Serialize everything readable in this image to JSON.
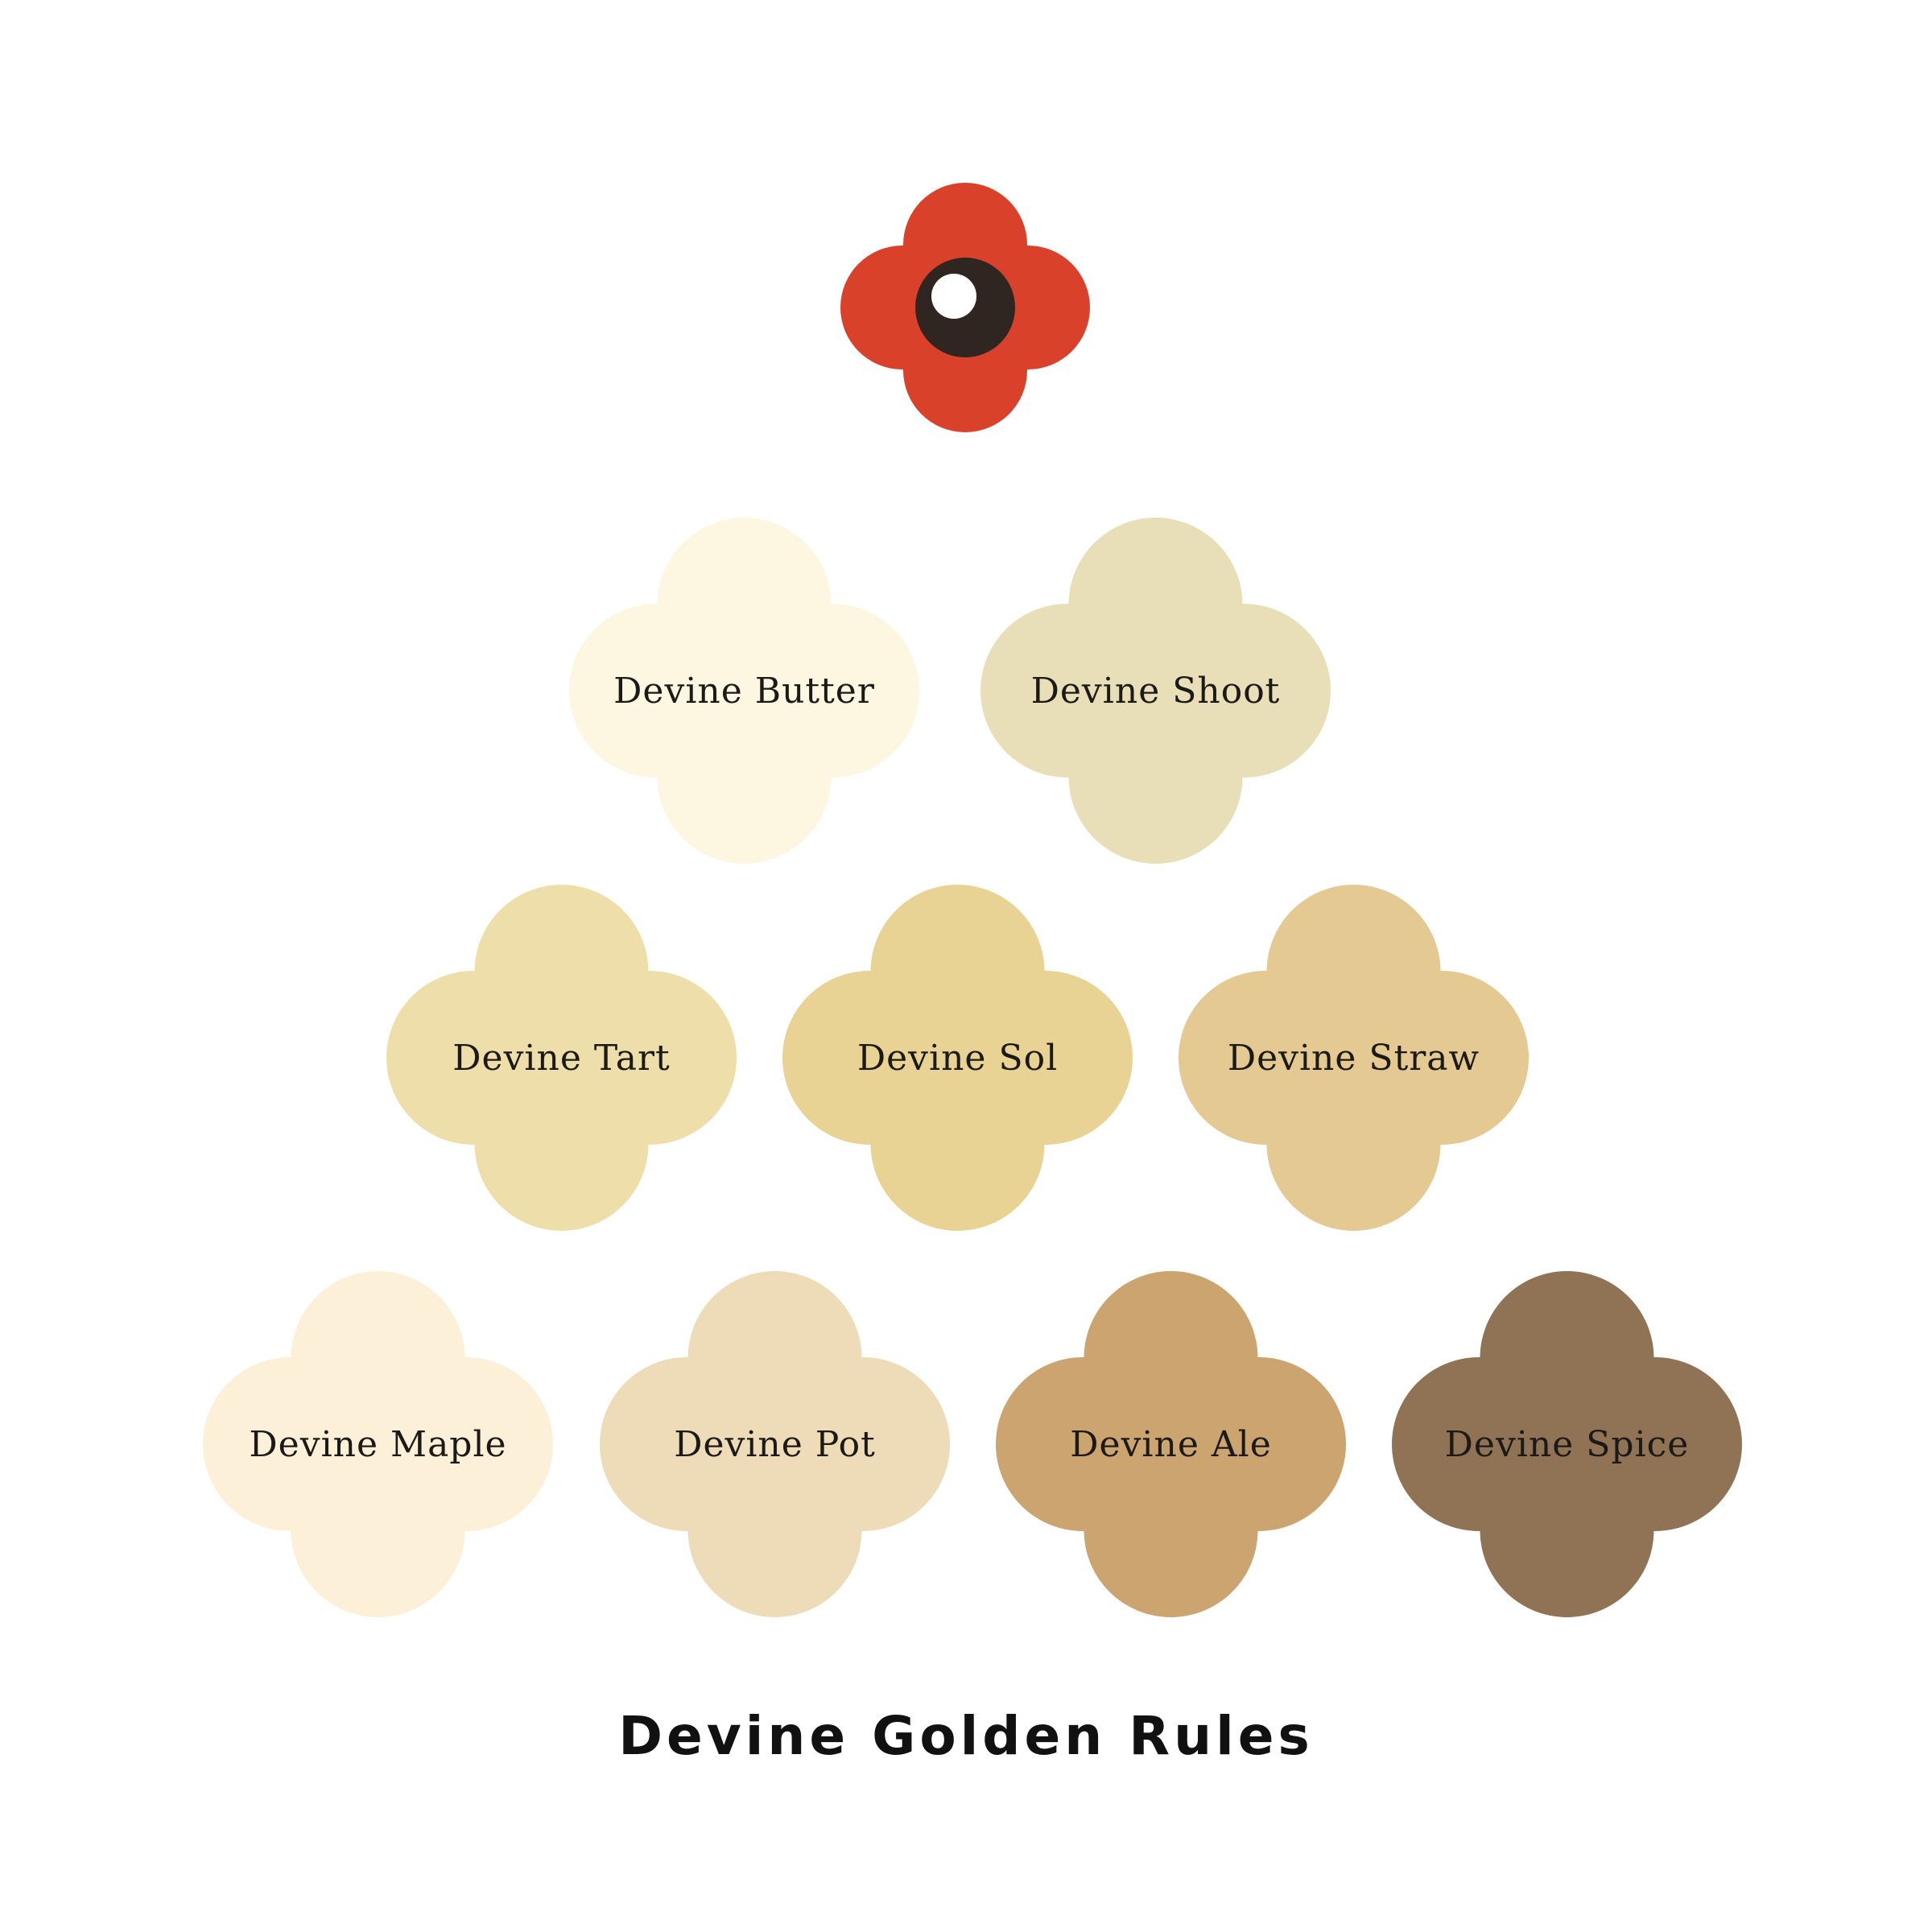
{
  "logo": {
    "icon": "poppy-flower-icon",
    "petal_color": "#d9412a",
    "center_color": "#2f2622",
    "highlight_color": "#ffffff"
  },
  "swatches": [
    {
      "label": "Devine Butter",
      "color": "#fdf7e1"
    },
    {
      "label": "Devine Shoot",
      "color": "#e8dfb8"
    },
    {
      "label": "Devine Tart",
      "color": "#eedfaa"
    },
    {
      "label": "Devine Sol",
      "color": "#e8d394"
    },
    {
      "label": "Devine Straw",
      "color": "#e4c992"
    },
    {
      "label": "Devine Maple",
      "color": "#fcf1d8"
    },
    {
      "label": "Devine Pot",
      "color": "#eddcb7"
    },
    {
      "label": "Devine Ale",
      "color": "#cba470"
    },
    {
      "label": "Devine Spice",
      "color": "#907355"
    }
  ],
  "title": "Devine Golden Rules"
}
